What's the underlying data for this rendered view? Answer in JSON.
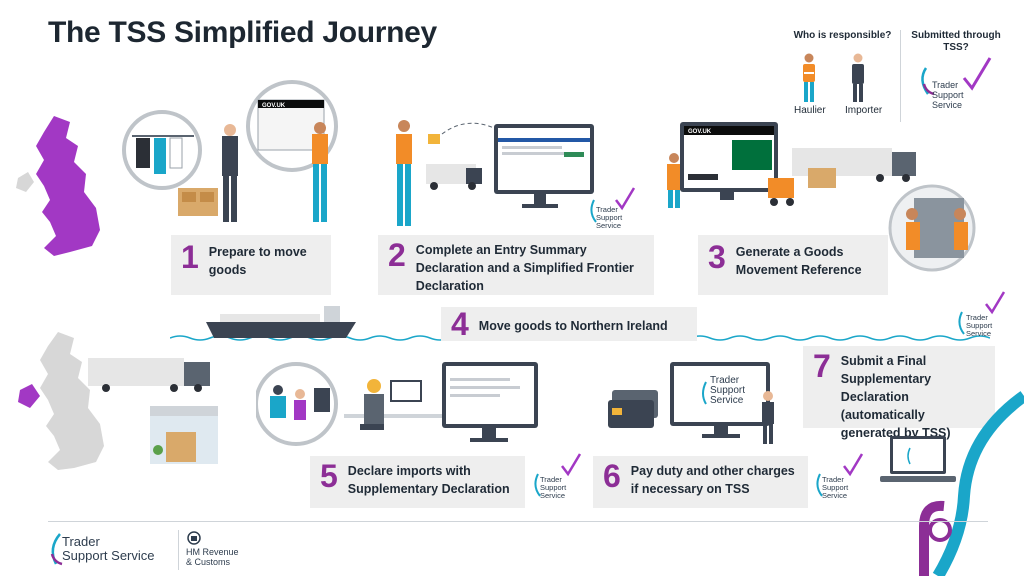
{
  "title": "The TSS Simplified Journey",
  "legend": {
    "responsible_heading": "Who is responsible?",
    "submitted_heading": "Submitted through TSS?",
    "haulier_label": "Haulier",
    "importer_label": "Importer",
    "tss_logo_lines": [
      "Trader",
      "Support",
      "Service"
    ]
  },
  "steps": [
    {
      "number": "1",
      "text": "Prepare to move goods"
    },
    {
      "number": "2",
      "text": "Complete an Entry Summary Declaration and a Simplified Frontier Declaration"
    },
    {
      "number": "3",
      "text": "Generate a Goods Movement Reference"
    },
    {
      "number": "4",
      "text": "Move goods to Northern Ireland"
    },
    {
      "number": "5",
      "text": "Declare imports with Supplementary Declaration"
    },
    {
      "number": "6",
      "text": "Pay duty and other charges if necessary on TSS"
    },
    {
      "number": "7",
      "text": "Submit a Final Supplementary Declaration (automatically generated by TSS)"
    }
  ],
  "screens": {
    "govuk_label": "GOV.UK",
    "tss_short": "Trader Support Service",
    "tss_lines": [
      "Trader",
      "Support",
      "Service"
    ]
  },
  "footer": {
    "tss_line1": "Trader",
    "tss_line2": "Support Service",
    "hmrc_line1": "HM Revenue",
    "hmrc_line2": "& Customs"
  },
  "colors": {
    "accent_purple": "#8c2e96",
    "accent_teal": "#1aa6c9",
    "map_gb_purple": "#a238c4",
    "map_grey": "#d7d7d7",
    "step_bg": "#eeeeee"
  }
}
